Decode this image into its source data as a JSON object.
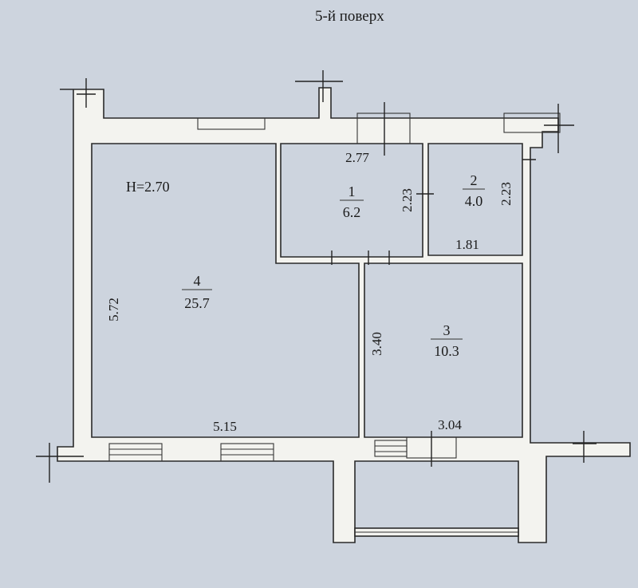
{
  "title": "5-й поверх",
  "ceiling_height": "H=2.70",
  "rooms": [
    {
      "number": "1",
      "area": "6.2"
    },
    {
      "number": "2",
      "area": "4.0"
    },
    {
      "number": "3",
      "area": "10.3"
    },
    {
      "number": "4",
      "area": "25.7"
    }
  ],
  "dimensions": {
    "room1_width": "2.77",
    "room1_height": "2.23",
    "room2_height": "2.23",
    "room2_width": "1.81",
    "room3_height": "3.40",
    "room3_width": "3.04",
    "room4_height": "5.72",
    "room4_width": "5.15"
  }
}
